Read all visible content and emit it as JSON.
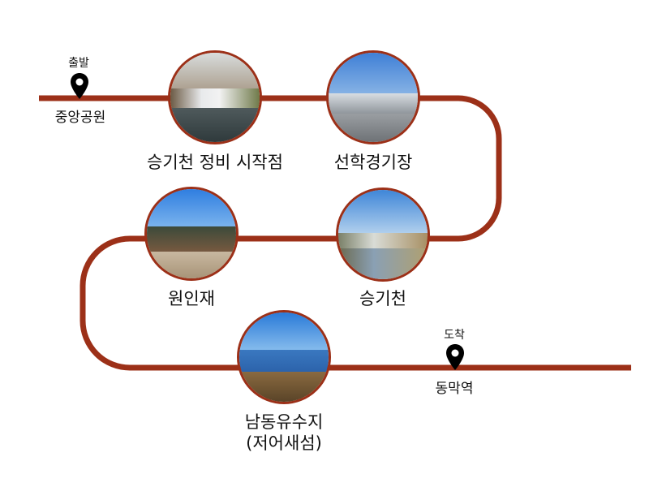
{
  "route_color": "#9c3018",
  "start": {
    "tag": "출발",
    "name": "중앙공원",
    "icon": "map-pin-icon"
  },
  "end": {
    "tag": "도착",
    "name": "동막역",
    "icon": "map-pin-icon"
  },
  "stops": [
    {
      "name": "승기천 정비 시작점"
    },
    {
      "name": "선학경기장"
    },
    {
      "name": "승기천"
    },
    {
      "name": "원인재"
    },
    {
      "name": "남동유수지",
      "subname": "(저어새섬)"
    }
  ]
}
